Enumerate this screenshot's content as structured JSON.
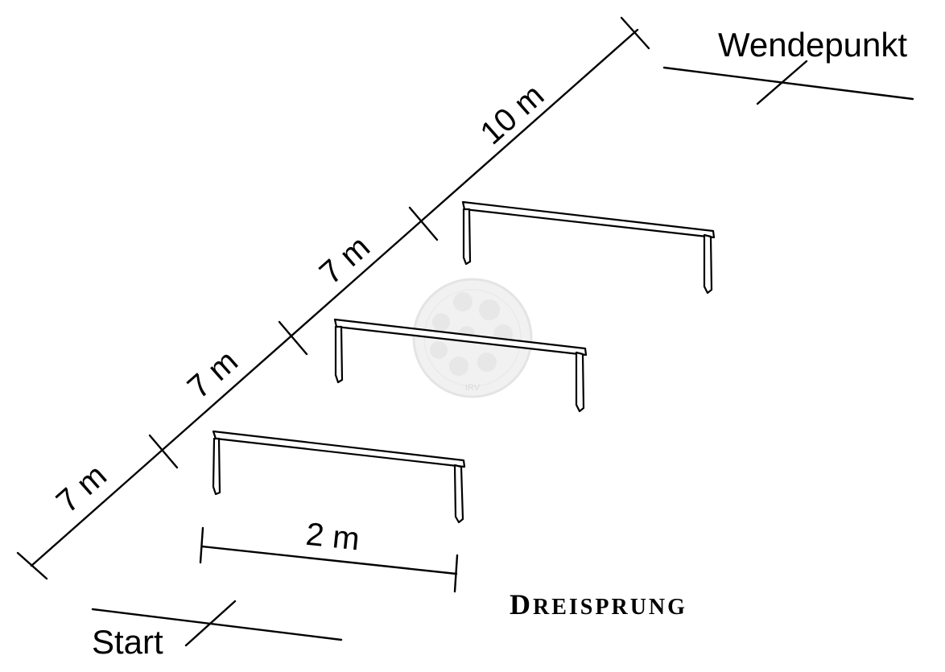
{
  "diagram": {
    "title": "Dreisprung",
    "start_label": "Start",
    "turn_label": "Wendepunkt",
    "segment_labels": [
      "7 m",
      "7 m",
      "7 m",
      "10 m"
    ],
    "width_label": "2 m",
    "watermark_text": "IRV",
    "hurdle_count": 3
  }
}
